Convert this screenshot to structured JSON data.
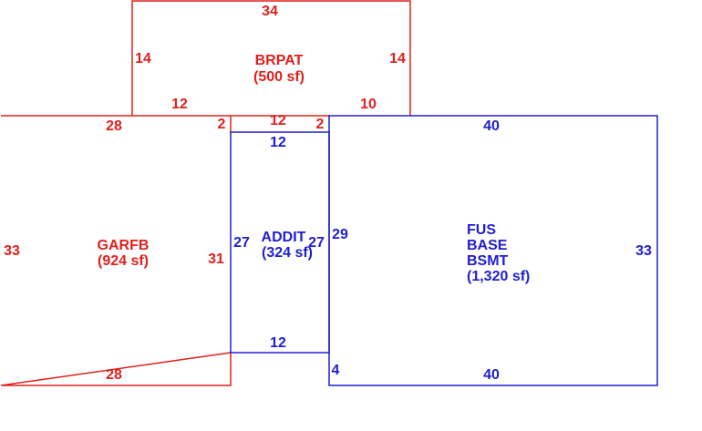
{
  "colors": {
    "red": "#e0201c",
    "blue": "#1e1ed2",
    "background": "#ffffff"
  },
  "areas": {
    "brpat": {
      "name": "BRPAT",
      "area": "(500 sf)",
      "dims": {
        "top": "34",
        "left": "14",
        "right": "14",
        "bottom_left": "12",
        "bottom_right": "10"
      }
    },
    "garfb": {
      "name": "GARFB",
      "area": "(924 sf)",
      "dims": {
        "top": "28",
        "top_step": "2",
        "left": "33",
        "right": "31",
        "bottom": "28"
      }
    },
    "addit": {
      "name": "ADDIT",
      "area": "(324 sf)",
      "dims": {
        "top_outer": "12",
        "top_step": "2",
        "top": "12",
        "left": "27",
        "right": "27",
        "bottom": "12"
      }
    },
    "fus": {
      "name_lines": [
        "FUS",
        "BASE",
        "BSMT"
      ],
      "area": "(1,320 sf)",
      "dims": {
        "top": "40",
        "left": "29",
        "right": "33",
        "bottom": "40",
        "left_bottom": "4"
      }
    }
  }
}
